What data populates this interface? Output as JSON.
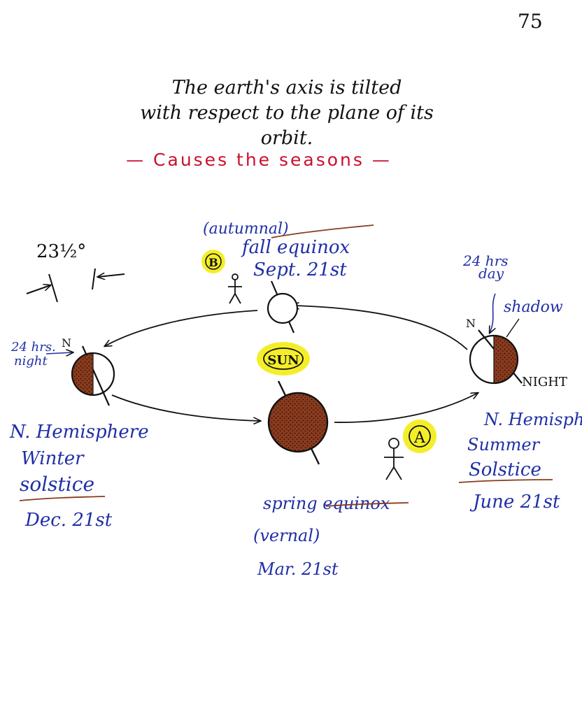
{
  "page_number": "75",
  "heading": {
    "line1": "The earth's axis is tilted",
    "line2": "with respect to the plane of its",
    "line3": "orbit."
  },
  "subheading": "— Causes the seasons —",
  "tilt_angle": "23½°",
  "sun_label": "SUN",
  "fall": {
    "marker": "B",
    "alt_name": "(autumnal)",
    "name": "fall equinox",
    "date": "Sept. 21st"
  },
  "winter": {
    "north": "N",
    "night_note_line1": "24 hrs.",
    "night_note_line2": "night",
    "hemisphere": "N. Hemisphere",
    "season": "Winter",
    "event": "solstice",
    "date": "Dec. 21st"
  },
  "summer": {
    "north": "N",
    "day_note_line1": "24 hrs",
    "day_note_line2": "day",
    "shadow": "shadow",
    "night": "NIGHT",
    "hemisphere": "N. Hemisphere",
    "season": "Summer",
    "event": "Solstice",
    "date": "June 21st"
  },
  "spring": {
    "marker": "A",
    "name": "spring equinox",
    "alt_name": "(vernal)",
    "date": "Mar. 21st"
  },
  "colors": {
    "ink_blue": "#1f2fa6",
    "ink_red": "#c8102e",
    "ink_brown": "#8a3b1e",
    "shadow_brown": "#6b2a14",
    "highlight_yellow": "#f4ee2a",
    "ink_black": "#111111"
  }
}
